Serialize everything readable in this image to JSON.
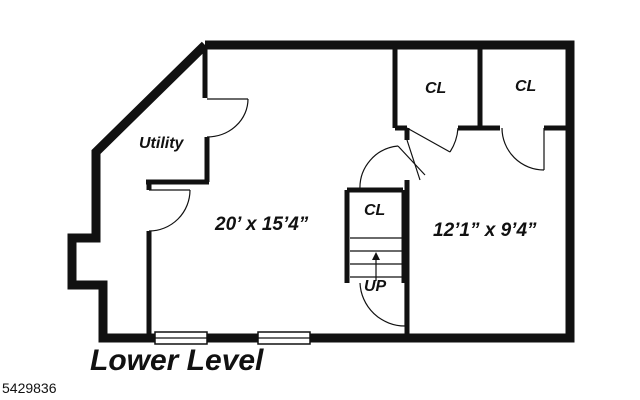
{
  "plan": {
    "rooms": {
      "utility": "Utility",
      "main_room": "20’ x 15’4”",
      "right_room": "12’1” x 9’4”",
      "closet_left": "CL",
      "closet_right": "CL",
      "closet_stair": "CL"
    },
    "stair_label": "UP",
    "level_title": "Lower Level"
  },
  "listing_id": "5429836",
  "colors": {
    "wall": "#111111",
    "background": "#ffffff"
  }
}
